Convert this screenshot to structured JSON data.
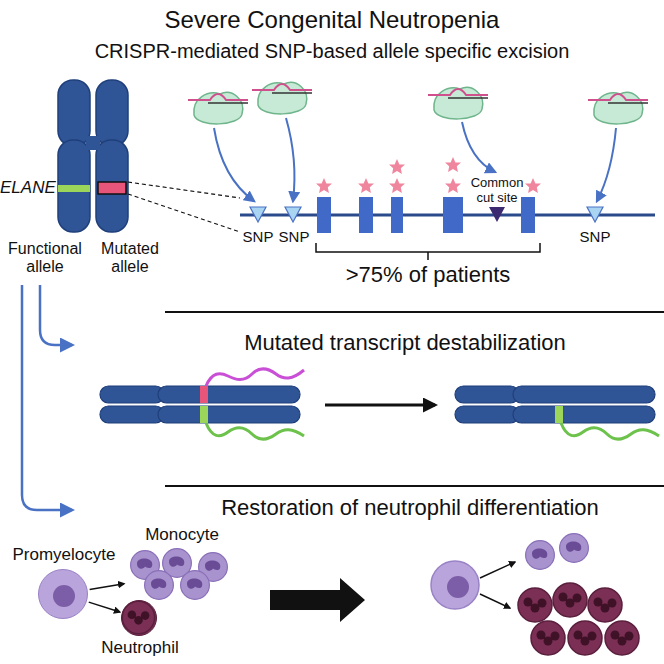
{
  "diagram": {
    "title": "Severe Congenital Neutropenia",
    "nodes": [
      {
        "text": [
          "Promyelocyte"
        ]
      },
      {
        "text": [
          "Monocyte"
        ]
      },
      {
        "text": [
          "Neutrophil"
        ]
      }
    ],
    "edges": [
      {
        "from": 0,
        "to": 1,
        "arrow": "to"
      },
      {
        "from": 0,
        "to": 2,
        "arrow": "to"
      }
    ],
    "labels": [
      "CRISPR-mediated SNP-based allele specific excision",
      "ELANE",
      "Functional allele",
      "Mutated allele",
      "SNP",
      "SNP",
      "Common cut site",
      "SNP",
      ">75% of patients",
      "Mutated transcript destabilization",
      "Restoration of neutrophil differentiation"
    ]
  }
}
